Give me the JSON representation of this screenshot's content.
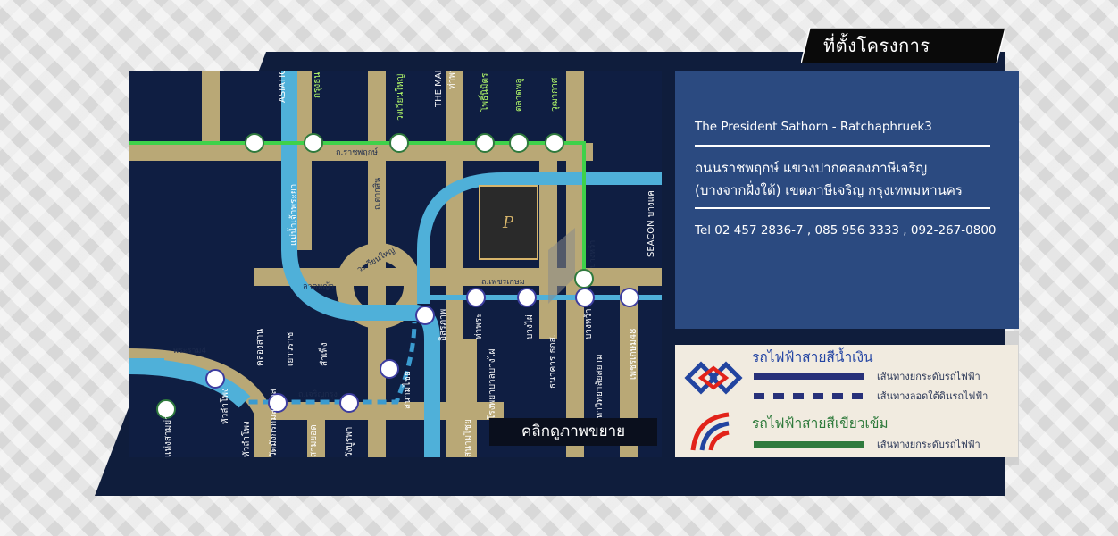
{
  "section_title": "ที่ตั้งโครงการ",
  "colors": {
    "navy_panel": "#0f1d3c",
    "info_bg": "#2b4a80",
    "road": "#b9a876",
    "blue_line": "#4fb0d9",
    "green_line": "#2f7a3d",
    "legend_bg": "#f1ebe0"
  },
  "info": {
    "project_name": "The President Sathorn - Ratchaphruek3",
    "address_line1": "ถนนราชพฤกษ์ แขวงปากคลองภาษีเจริญ",
    "address_line2": "(บางจากฝั่งใต้)  เขตภาษีเจริญ  กรุงเทพมหานคร",
    "tel": "Tel  02 457 2836-7 , 085 956 3333 , 092-267-0800"
  },
  "map": {
    "zoom_label": "คลิกดูภาพขยาย",
    "labels": {
      "asiatique": "ASIATIQUE",
      "krungthon": "กรุงธน",
      "wongwian_yai_top": "วงเวียนใหญ่",
      "the_mall": "THE MALL",
      "tha_phra_top": "ท่าพระ",
      "pho_nimit": "โพธิ์นิมิตร",
      "talat_phlu": "ตลาดพลู",
      "wutthakat": "วุฒากาศ",
      "ratchaphruek_rd": "ถ.ราชพฤกษ์",
      "chao_phraya": "แม่น้ำเจ้าพระยา",
      "taksin_rd": "ถ.ตากสิน",
      "wongwian_yai_circle": "วงเวียนใหญ่",
      "lat_ya": "ลาดหญ้า",
      "phetkasem_rd": "ถ.เพชรเกษม",
      "charoen_krung_rd": "ถ.เจริญกรุง",
      "rama4": "พระราม4",
      "seacon": "SEACON บางแค",
      "bang_wa": "บางหว้า",
      "khlong_san": "คลองสาน",
      "yaowarat": "เยาวราช",
      "sam_yod": "สำเพ็ง",
      "hua_lamphong": "หัวลำโพง",
      "wat_mangkon": "วัดมังกรกมลาวาส",
      "sanam_chai": "สนามไชย",
      "itsaraphap": "อิสรภาพ",
      "tha_phra_bottom": "ท่าพระ",
      "bang_phai": "บางไผ่",
      "bang_wa_bottom": "บางหว้า",
      "phetkasem48": "เพชรเกษม48",
      "wang_burapha": "วังบูรพา",
      "samyan": "สามยอด",
      "hosp_bangkok": "โรงพยาบาลบางไผ่",
      "bank_thanachart": "ธนาคาร ธกส.",
      "siam_univ": "มหาวิทยาลัยสยาม",
      "sam_yan_station": "แห่งสามย่าน",
      "hua_lamphong_station": "หัวลำโพง",
      "sanam_chai_bottom": "สนามไชย"
    }
  },
  "legend": {
    "blue_title": "รถไฟฟ้าสายสีน้ำเงิน",
    "blue_elevated": "เส้นทางยกระดับรถไฟฟ้า",
    "blue_underground": "เส้นทางลอดใต้ดินรถไฟฟ้า",
    "green_title": "รถไฟฟ้าสายสีเขียวเข้ม",
    "green_elevated": "เส้นทางยกระดับรถไฟฟ้า"
  }
}
